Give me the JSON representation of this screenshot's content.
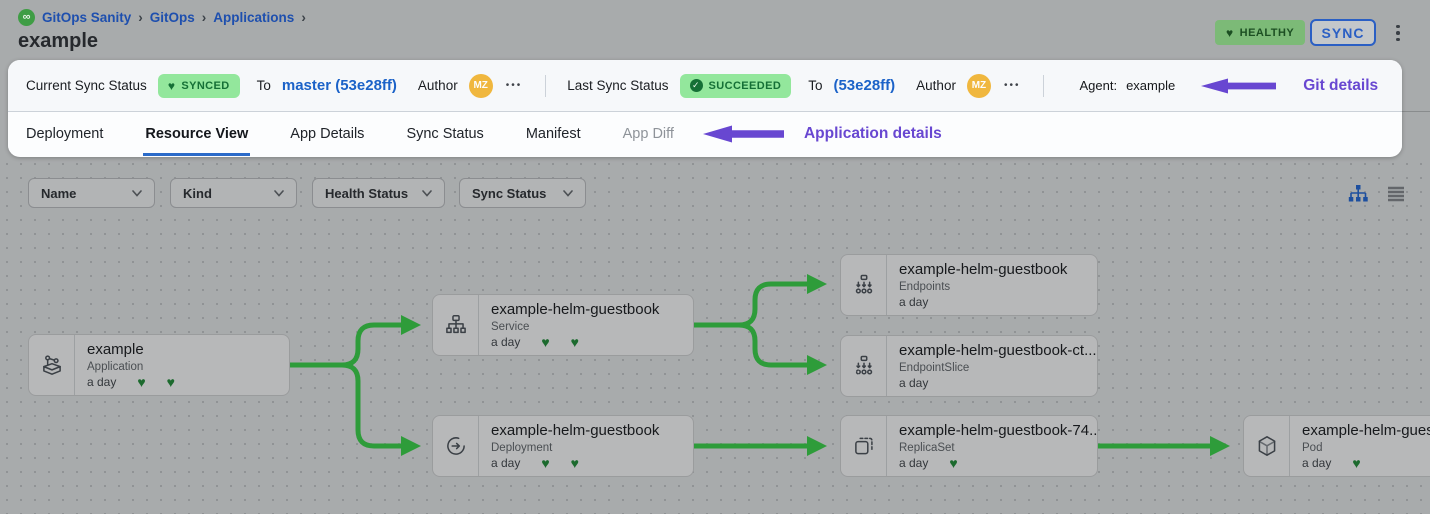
{
  "breadcrumb": {
    "items": [
      "GitOps Sanity",
      "GitOps",
      "Applications"
    ],
    "logo": "gitops-infinity"
  },
  "page_title": "example",
  "header": {
    "health_badge": "HEALTHY",
    "sync_button": "SYNC"
  },
  "sync_bar": {
    "current": {
      "label": "Current Sync Status",
      "status": "SYNCED",
      "to_label": "To",
      "revision": "master (53e28ff)",
      "author_label": "Author",
      "author_initials": "MZ",
      "more": "•••"
    },
    "last": {
      "label": "Last Sync Status",
      "status": "SUCCEEDED",
      "to_label": "To",
      "revision": "(53e28ff)",
      "author_label": "Author",
      "author_initials": "MZ",
      "more": "•••"
    },
    "agent_label": "Agent:",
    "agent_value": "example",
    "annotation": "Git details"
  },
  "tabs": {
    "items": [
      "Deployment",
      "Resource View",
      "App Details",
      "Sync Status",
      "Manifest",
      "App Diff"
    ],
    "active": "Resource View",
    "disabled": "App Diff",
    "annotation": "Application details"
  },
  "filters": [
    "Name",
    "Kind",
    "Health Status",
    "Sync Status"
  ],
  "view_toggles": [
    "tree-view",
    "list-view"
  ],
  "nodes": [
    {
      "title": "example",
      "kind": "Application",
      "age": "a day",
      "hearts": 2
    },
    {
      "title": "example-helm-guestbook",
      "kind": "Service",
      "age": "a day",
      "hearts": 2
    },
    {
      "title": "example-helm-guestbook",
      "kind": "Deployment",
      "age": "a day",
      "hearts": 2
    },
    {
      "title": "example-helm-guestbook",
      "kind": "Endpoints",
      "age": "a day",
      "hearts": 0
    },
    {
      "title": "example-helm-guestbook-ct...",
      "kind": "EndpointSlice",
      "age": "a day",
      "hearts": 0
    },
    {
      "title": "example-helm-guestbook-74...",
      "kind": "ReplicaSet",
      "age": "a day",
      "hearts": 1
    },
    {
      "title": "example-helm-guest",
      "kind": "Pod",
      "age": "a day",
      "hearts": 1
    }
  ],
  "colors": {
    "accent_purple": "#6847d1",
    "edge_green": "#2e9c3a",
    "status_pill_bg": "#93e79c",
    "status_pill_text": "#157036",
    "healthy_badge_bg": "#7cba77",
    "link_blue": "#1b62c8",
    "background_gray": "#a8abac"
  }
}
